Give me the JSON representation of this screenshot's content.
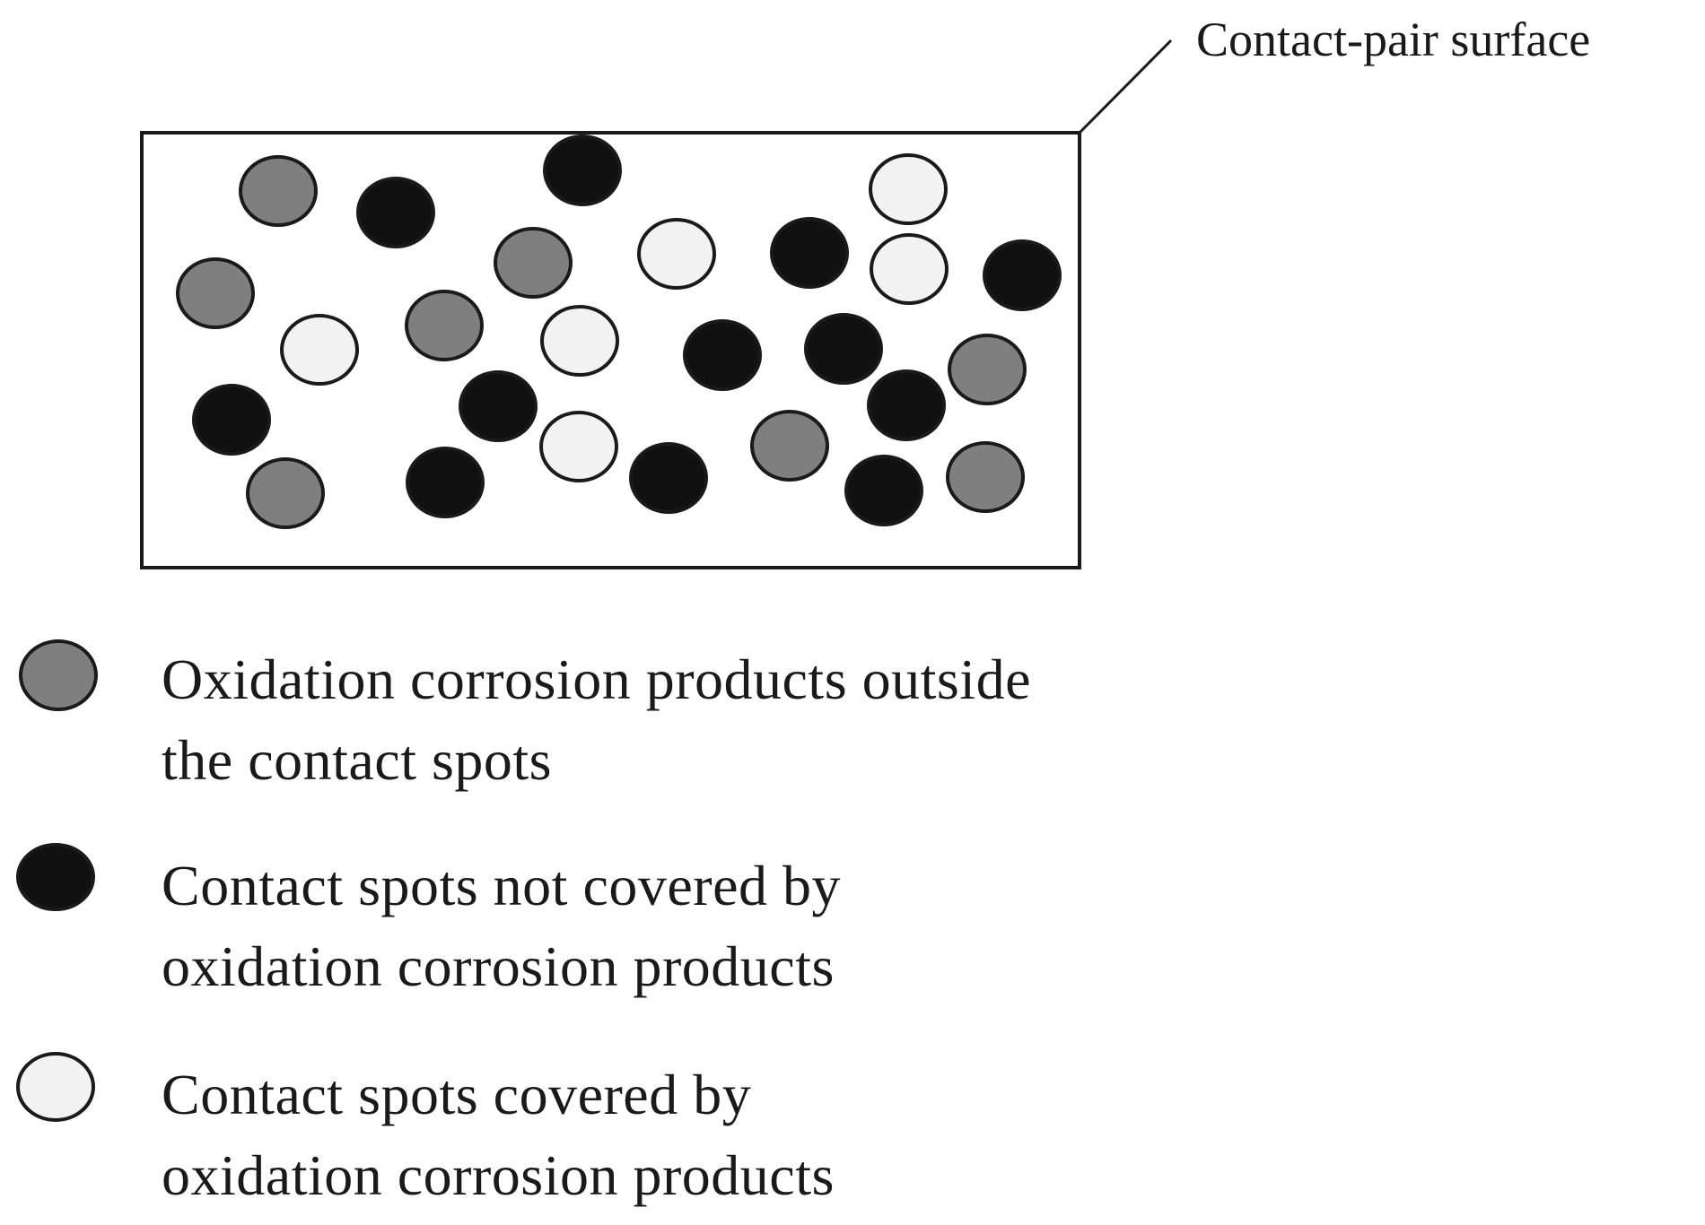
{
  "diagram": {
    "surface_label": "Contact-pair surface",
    "colors": {
      "oxidation_outside": "#7f7f7f",
      "contact_uncovered": "#111111",
      "contact_covered": "#f2f2f2",
      "outline": "#1a1a1a"
    },
    "legend": [
      {
        "kind": "oxidation_outside",
        "text": "Oxidation corrosion products outside\nthe contact spots"
      },
      {
        "kind": "contact_uncovered",
        "text": "Contact spots not covered by\noxidation corrosion products"
      },
      {
        "kind": "contact_covered",
        "text": "Contact spots covered by\noxidation corrosion products"
      }
    ]
  }
}
